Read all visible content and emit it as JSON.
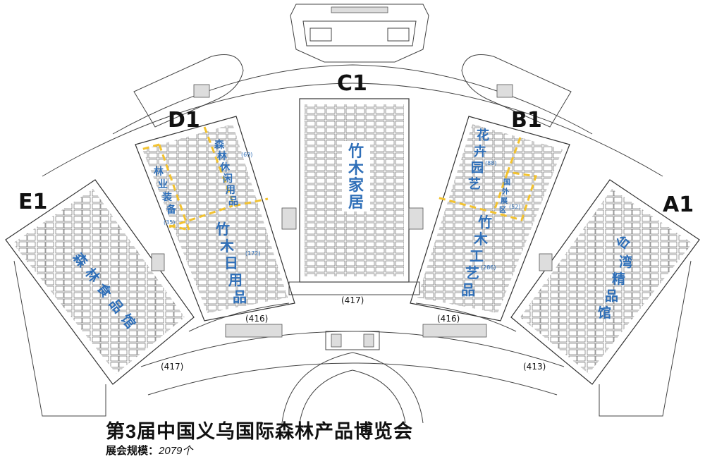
{
  "halls": {
    "C1": {
      "label": "C1",
      "zone": [
        "竹",
        "木",
        "家",
        "居"
      ]
    },
    "D1": {
      "label": "D1",
      "zone_main": [
        "竹",
        "木",
        "日",
        "用",
        "品"
      ],
      "zone_main_note": "(172)",
      "zone_top": [
        "森",
        "林",
        "休",
        "闲",
        "用",
        "品"
      ],
      "zone_top_note": "(69)",
      "zone_left": [
        "林",
        "业",
        "装",
        "备"
      ],
      "zone_left_note": "(35)"
    },
    "B1": {
      "label": "B1",
      "zone_main": [
        "竹",
        "木",
        "工",
        "艺",
        "品"
      ],
      "zone_main_note": "(286)",
      "zone_top": [
        "花",
        "卉",
        "园",
        "艺"
      ],
      "zone_top_note": "(88)",
      "zone_small": [
        "国",
        "外",
        "展",
        "区"
      ],
      "zone_small_note": "(52)"
    },
    "E1": {
      "label": "E1",
      "zone": [
        "森",
        "林",
        "食",
        "品",
        "馆"
      ]
    },
    "A1": {
      "label": "A1",
      "zone": [
        "台",
        "湾",
        "精",
        "品",
        "馆"
      ]
    }
  },
  "gates": [
    "(416)",
    "(417)",
    "(416)",
    "(417)",
    "(413)"
  ],
  "title": "第3届中国义乌国际森林产品博览会",
  "scale_label": "展会规模：",
  "scale_value": "2079个"
}
